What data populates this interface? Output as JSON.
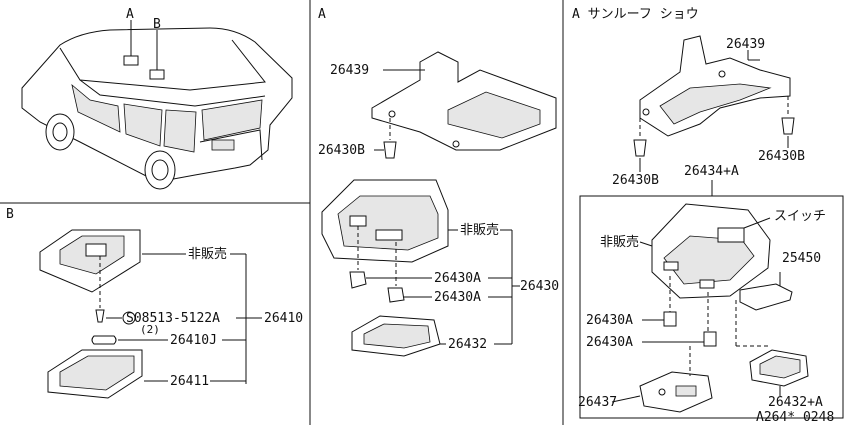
{
  "sections": {
    "car": {
      "label_a": "A",
      "label_b": "B"
    },
    "b": {
      "title": "B"
    },
    "a_mid": {
      "title": "A"
    },
    "a_right": {
      "title": "A サンルーフ ショウ"
    }
  },
  "labels": {
    "b_hihanbai": "非販売",
    "b_bolt": "S08513-5122A",
    "b_bolt_qty": "(2)",
    "b_26410": "26410",
    "b_26410j": "26410J",
    "b_26411": "26411",
    "m_26439": "26439",
    "m_26430b": "26430B",
    "m_hihanbai": "非販売",
    "m_26430a_1": "26430A",
    "m_26430a_2": "26430A",
    "m_26430": "26430",
    "m_26432": "26432",
    "r_26439": "26439",
    "r_26430b_l": "26430B",
    "r_26430b_r": "26430B",
    "r_26434a": "26434+A",
    "r_switch": "スイッチ",
    "r_hihanbai": "非販売",
    "r_25450": "25450",
    "r_26430a_1": "26430A",
    "r_26430a_2": "26430A",
    "r_26432a": "26432+A",
    "r_26437": "26437",
    "r_code": "A264* 0248"
  }
}
